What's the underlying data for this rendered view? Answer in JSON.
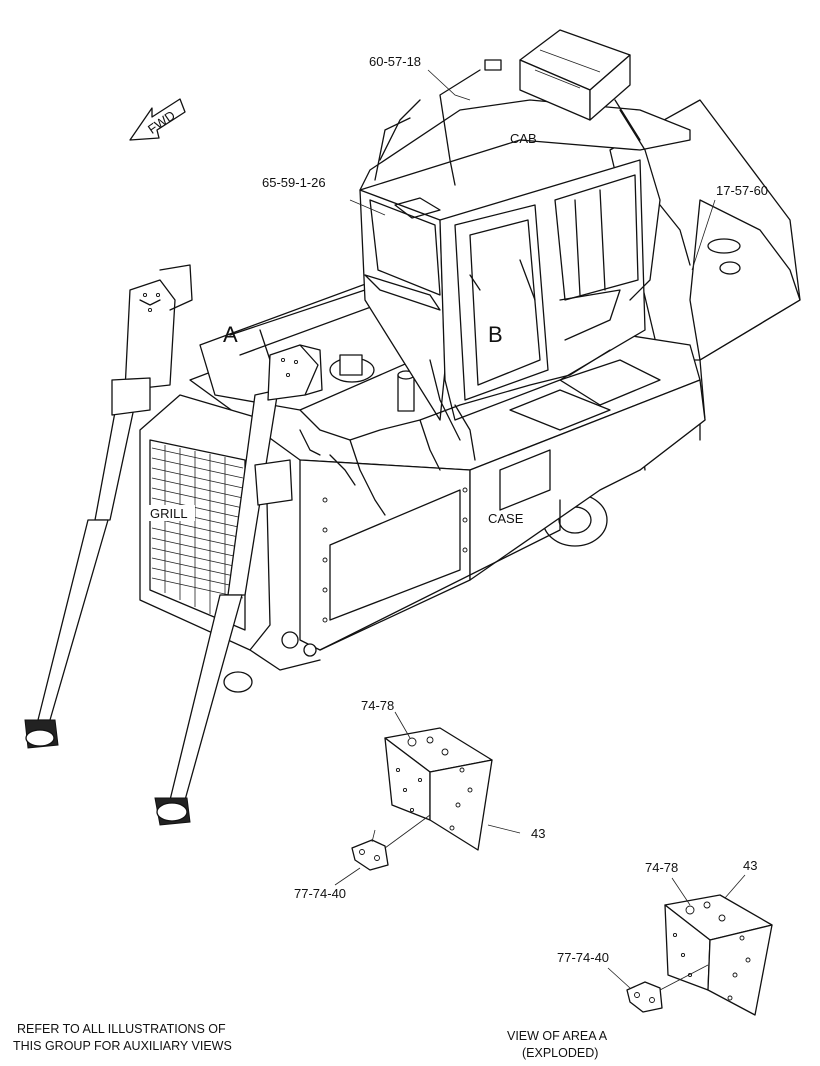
{
  "fwd_arrow": {
    "text": "FWD"
  },
  "area_labels": {
    "a": "A",
    "b": "B"
  },
  "component_labels": {
    "cab": "CAB",
    "grill": "GRILL",
    "case": "CASE"
  },
  "callouts": {
    "part_60_57_18": "60-57-18",
    "part_65_59_1_26": "65-59-1-26",
    "part_17_57_60": "17-57-60",
    "detail1_74_78": "74-78",
    "detail1_43": "43",
    "detail1_77_74_40": "77-74-40",
    "detail2_74_78": "74-78",
    "detail2_43": "43",
    "detail2_77_74_40": "77-74-40"
  },
  "notes": {
    "refer_line1": "REFER TO ALL ILLUSTRATIONS OF",
    "refer_line2": "THIS GROUP FOR AUXILIARY VIEWS",
    "view_line1": "VIEW OF AREA  A",
    "view_line2": "(EXPLODED)"
  }
}
